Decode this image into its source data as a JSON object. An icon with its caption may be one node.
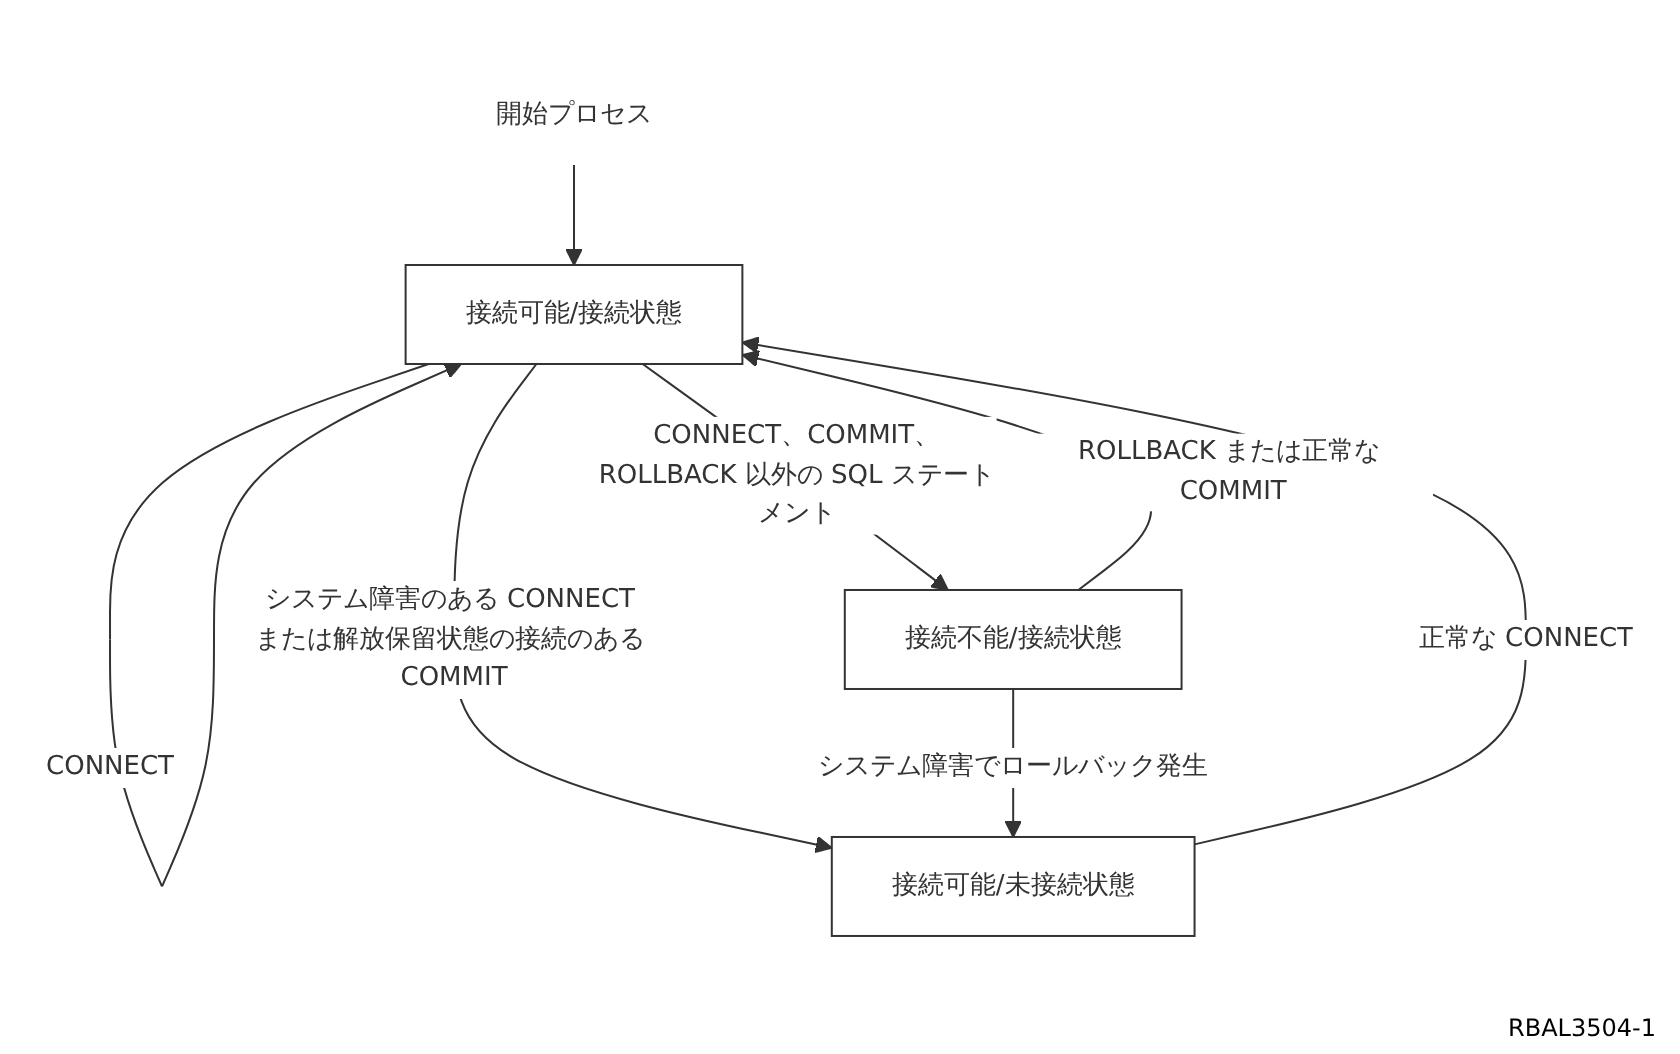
{
  "diagram": {
    "nodes": [
      {
        "text": [
          "開始プロセス"
        ]
      },
      {
        "text": [
          "接続可能/接続状態"
        ]
      },
      {
        "text": [
          "接続可能/未接続状態"
        ]
      },
      {
        "text": [
          "接続不能/接続状態"
        ]
      }
    ],
    "edges": [
      {
        "from": 0,
        "to": 1,
        "arrow": "to"
      },
      {
        "from": 1,
        "to": 1,
        "arrow": "to",
        "label": "CONNECT"
      },
      {
        "from": 2,
        "to": 1,
        "arrow": "to",
        "label": "正常な CONNECT"
      },
      {
        "from": 1,
        "to": 2,
        "arrow": "to",
        "label": "システム障害のある CONNECT または解放保留状態の接続のある COMMIT"
      },
      {
        "from": 1,
        "to": 3,
        "arrow": "to",
        "label": "CONNECT、COMMIT、ROLLBACK 以外の SQL ステートメント"
      },
      {
        "from": 3,
        "to": 1,
        "arrow": "to",
        "label": "ROLLBACK または正常な COMMIT"
      },
      {
        "from": 3,
        "to": 2,
        "arrow": "to",
        "label": "システム障害でロールバック発生"
      }
    ],
    "labels": [
      "RBAL3504-1"
    ]
  }
}
